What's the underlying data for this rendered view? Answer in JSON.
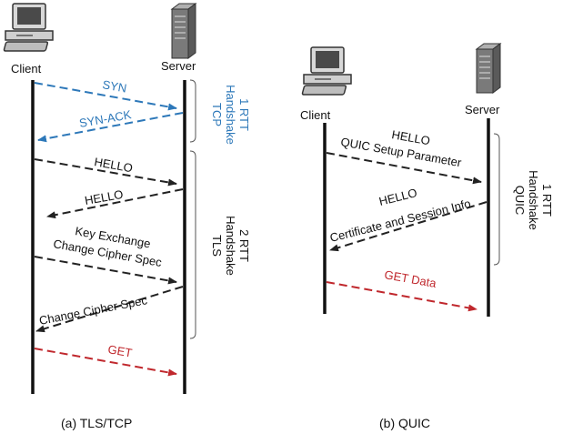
{
  "colors": {
    "black": "#222222",
    "blue": "#2d78b9",
    "red": "#c0282d",
    "computer_screen": "#4a4a4a",
    "server_body": "#7a7a7a"
  },
  "panel_a": {
    "client_label": "Client",
    "server_label": "Server",
    "caption": "(a) TLS/TCP",
    "messages": [
      {
        "text": "SYN",
        "direction": "to-server",
        "color": "blue"
      },
      {
        "text": "SYN-ACK",
        "direction": "to-client",
        "color": "blue"
      },
      {
        "text": "HELLO",
        "direction": "to-server",
        "color": "black"
      },
      {
        "text": "HELLO",
        "direction": "to-client",
        "color": "black"
      },
      {
        "text": "Key Exchange",
        "text2": "Change Cipher Spec",
        "direction": "to-server",
        "color": "black"
      },
      {
        "text": "Change Cipher Spec",
        "direction": "to-client",
        "color": "black"
      },
      {
        "text": "GET",
        "direction": "to-server",
        "color": "red"
      }
    ],
    "tcp_brace": {
      "line1": "TCP",
      "line2": "Handshake",
      "line3": "1 RTT"
    },
    "tls_brace": {
      "line1": "TLS",
      "line2": "Handshake",
      "line3": "2 RTT"
    }
  },
  "panel_b": {
    "client_label": "Client",
    "server_label": "Server",
    "caption": "(b) QUIC",
    "messages": [
      {
        "text": "HELLO",
        "text2": "QUIC Setup Parameter",
        "direction": "to-server",
        "color": "black"
      },
      {
        "text": "HELLO",
        "text2": "Certificate and Session Info",
        "direction": "to-client",
        "color": "black"
      },
      {
        "text": "GET Data",
        "direction": "to-server",
        "color": "red"
      }
    ],
    "quic_brace": {
      "line1": "QUIC",
      "line2": "Handshake",
      "line3": "1 RTT"
    }
  }
}
